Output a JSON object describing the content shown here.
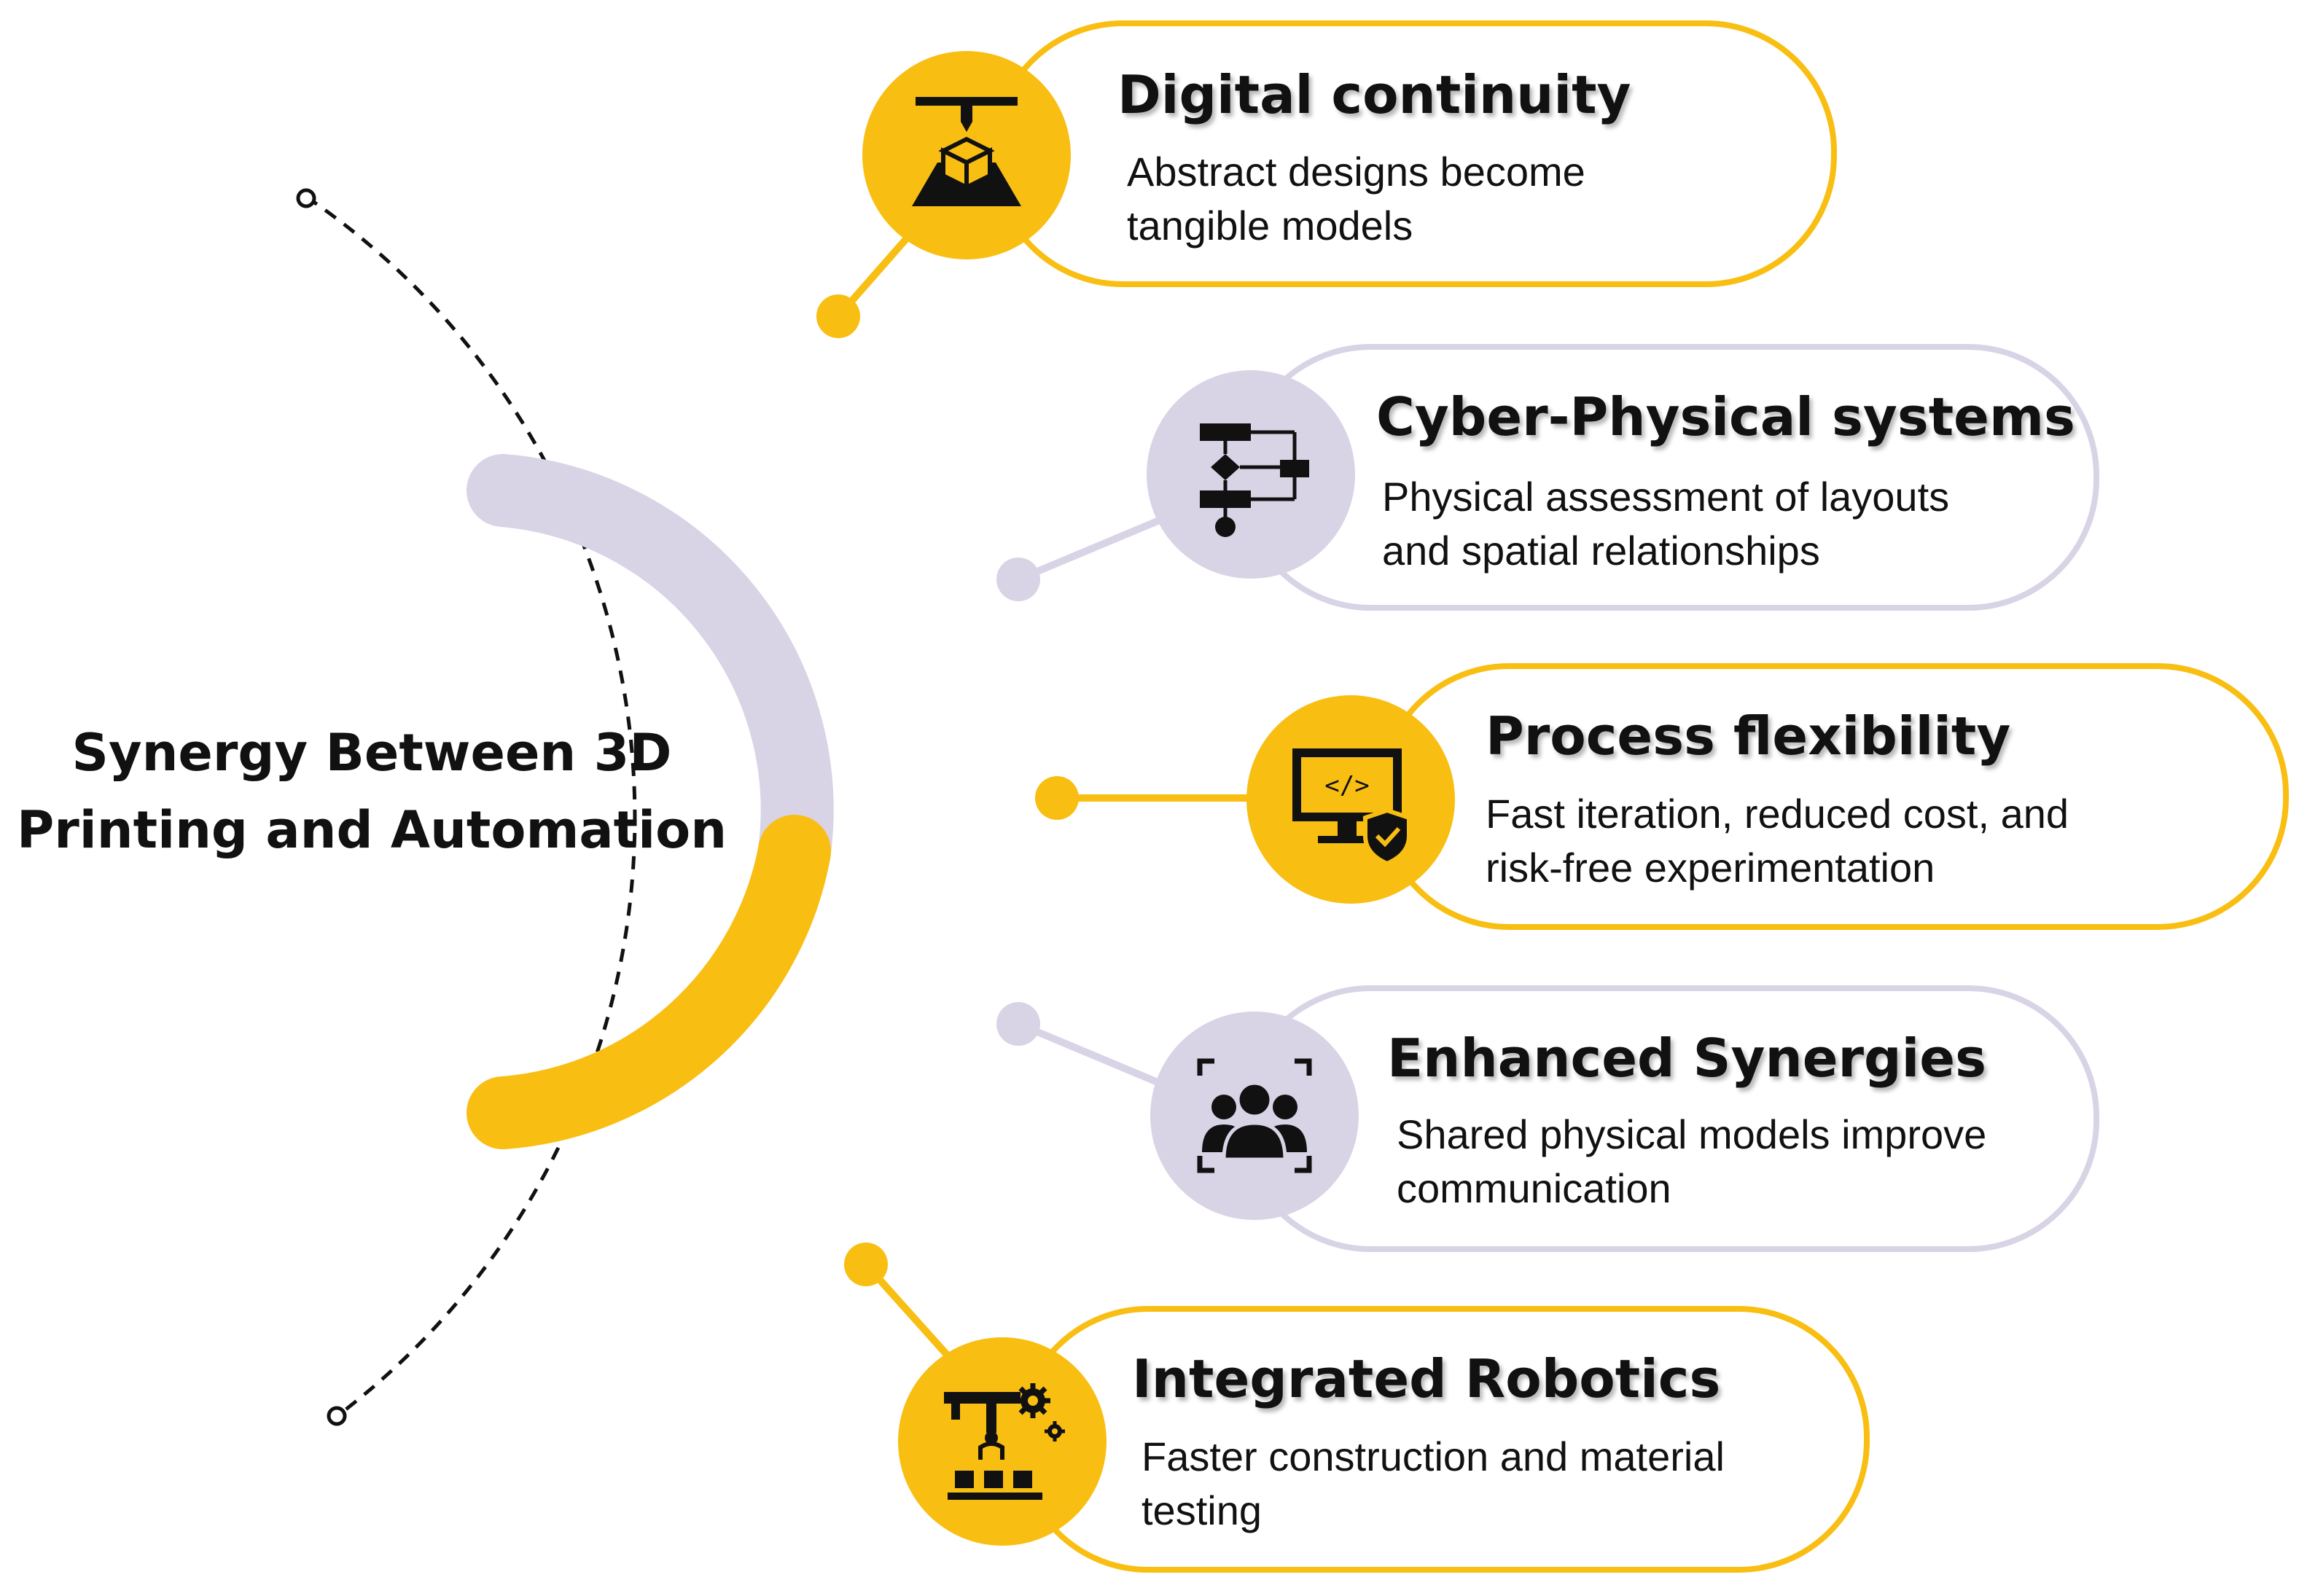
{
  "title_lines": [
    "Synergy Between 3D",
    "Printing and Automation"
  ],
  "colors": {
    "yellow": "#F9BE12",
    "lavender": "#D9D3E6",
    "dark": "#111111"
  },
  "items": [
    {
      "title": "Digital continuity",
      "desc_lines": [
        "Abstract designs become",
        "tangible models"
      ],
      "icon": "3d-printer-icon",
      "theme": "yellow"
    },
    {
      "title": "Cyber-Physical systems",
      "desc_lines": [
        "Physical assessment of layouts",
        "and spatial relationships"
      ],
      "icon": "flowchart-icon",
      "theme": "lavender"
    },
    {
      "title": "Process flexibility",
      "desc_lines": [
        "Fast iteration, reduced cost, and",
        "risk-free experimentation"
      ],
      "icon": "secure-code-monitor-icon",
      "theme": "yellow"
    },
    {
      "title": "Enhanced Synergies",
      "desc_lines": [
        "Shared physical models improve",
        "communication"
      ],
      "icon": "team-focus-icon",
      "theme": "lavender"
    },
    {
      "title": "Integrated Robotics",
      "desc_lines": [
        "Faster construction and material",
        "testing"
      ],
      "icon": "robotic-assembly-icon",
      "theme": "yellow"
    }
  ]
}
